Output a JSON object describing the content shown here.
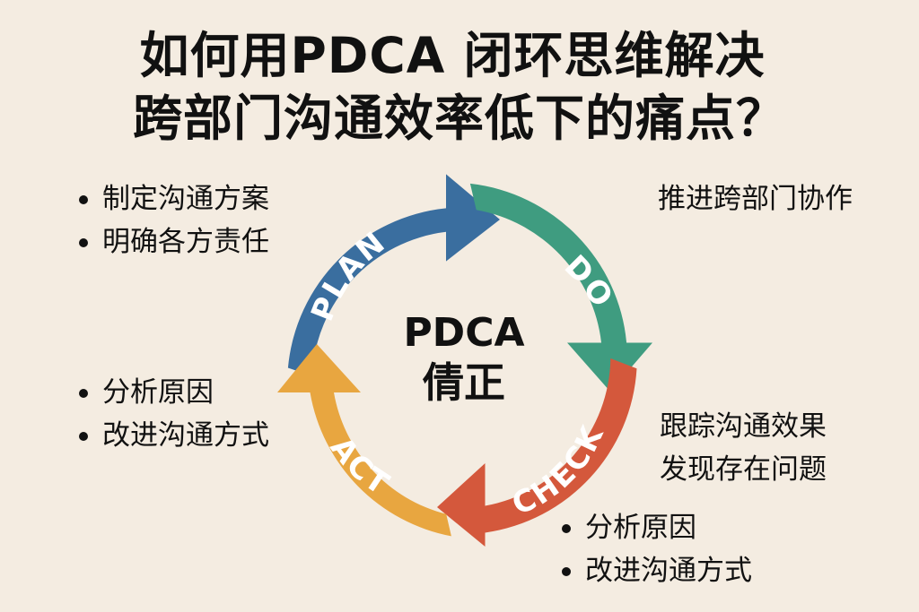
{
  "title": {
    "line1": "如何用PDCA 闭环思维解决",
    "line2": "跨部门沟通效率低下的痛点？"
  },
  "cycle": {
    "center_line1": "PDCA",
    "center_line2": "倩正",
    "stages": [
      {
        "label": "PLAN",
        "color": "#3a6e9f"
      },
      {
        "label": "DO",
        "color": "#3f9c80"
      },
      {
        "label": "CHECK",
        "color": "#d4583c"
      },
      {
        "label": "ACT",
        "color": "#e8a640"
      }
    ]
  },
  "annotations": {
    "plan": [
      "制定沟通方案",
      "明确各方责任"
    ],
    "do": [
      "推进跨部门协作"
    ],
    "check": [
      "跟踪沟通效果",
      "发现存在问题"
    ],
    "act": [
      "分析原因",
      "改进沟通方式"
    ],
    "check_extra": [
      "分析原因",
      "改进沟通方式"
    ]
  }
}
